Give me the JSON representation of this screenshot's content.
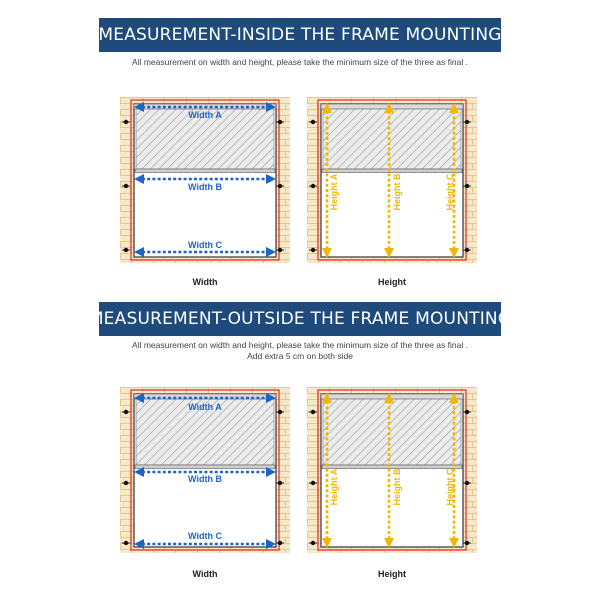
{
  "sections": [
    {
      "title": "MEASUREMENT-INSIDE THE FRAME MOUNTING",
      "note_lines": [
        "All measurement on width and height, please take the minimum size of the three as final ."
      ],
      "width_panel": {
        "labels": [
          "Width A",
          "Width B",
          "Width C"
        ],
        "caption": "Width"
      },
      "height_panel": {
        "labels": [
          "Height A",
          "Height B",
          "Height C"
        ],
        "caption": "Height"
      }
    },
    {
      "title": "MEASUREMENT-OUTSIDE THE FRAME MOUNTING",
      "note_lines": [
        "All measurement on width and height, please take the minimum size of the three as final .",
        "Add extra 5 cm on both side"
      ],
      "width_panel": {
        "labels": [
          "Width A",
          "Width B",
          "Width C"
        ],
        "caption": "Width"
      },
      "height_panel": {
        "labels": [
          "Height A",
          "Height B",
          "Height C"
        ],
        "caption": "Height"
      }
    }
  ],
  "colors": {
    "banner": "#1f4a7c",
    "brick_fill": "#f6e8cb",
    "brick_line": "#e6c58f",
    "frame": "#e0392b",
    "width_arrow": "#1e64c8",
    "height_arrow": "#f2b705"
  }
}
